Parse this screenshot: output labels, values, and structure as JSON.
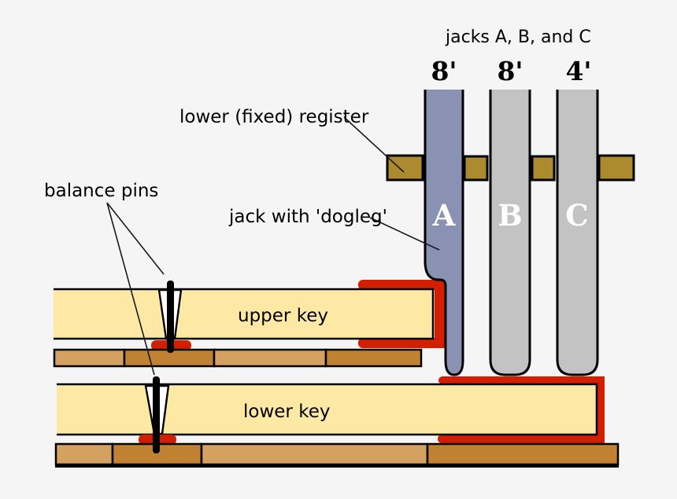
{
  "heading": "jacks A, B, and C",
  "jacks": [
    {
      "letter": "A",
      "stop": "8'"
    },
    {
      "letter": "B",
      "stop": "8'"
    },
    {
      "letter": "C",
      "stop": "4'"
    }
  ],
  "annotations": {
    "register": "lower (fixed) register",
    "dogleg": "jack with 'dogleg'",
    "balance_pins": "balance pins",
    "upper_key": "upper key",
    "lower_key": "lower key"
  },
  "colors": {
    "background": "#f5f5f5",
    "jack_a_blue": "#8a92b4",
    "jack_gray": "#c3c3c3",
    "register_gold": "#ac8b2e",
    "key_yellow": "#fde9a3",
    "rack_light": "#d5a161",
    "rack_dark": "#c08232",
    "felt_red": "#d41e00",
    "outline_black": "#000000",
    "label_text": "#000000",
    "jack_letter_white": "#ffffff"
  }
}
